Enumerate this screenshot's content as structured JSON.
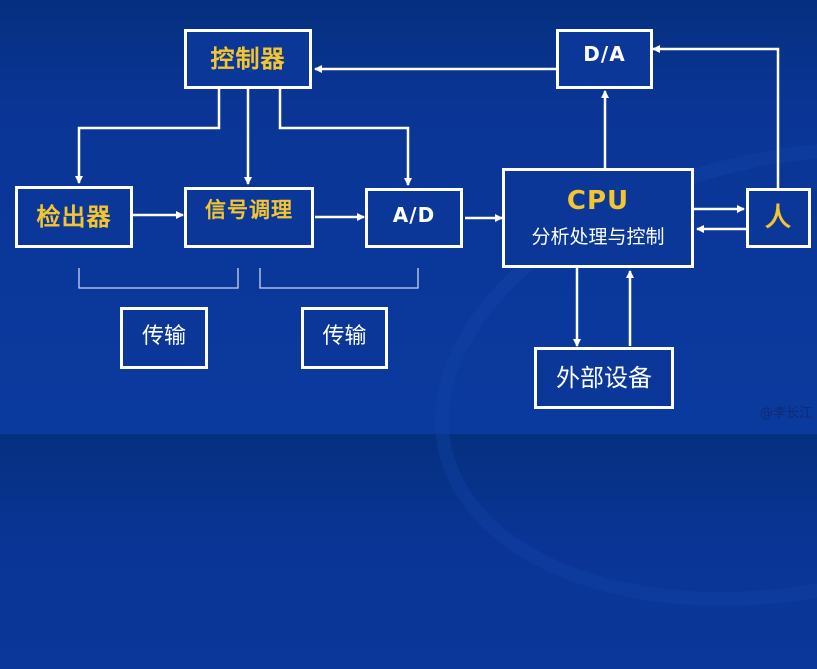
{
  "diagram": {
    "nodes": {
      "controller": "控制器",
      "detector": "检出器",
      "signal_conditioning": "信号调理",
      "ad": "A/D",
      "da": "D/A",
      "cpu_title": "CPU",
      "cpu_subtitle": "分析处理与控制",
      "human": "人",
      "external_device": "外部设备",
      "transmission_1": "传输",
      "transmission_2": "传输"
    },
    "colors": {
      "background": "#0b3798",
      "line": "#ffffff",
      "highlight_text": "#f3c531",
      "normal_text": "#ffffff"
    },
    "watermark": "@李长江"
  }
}
